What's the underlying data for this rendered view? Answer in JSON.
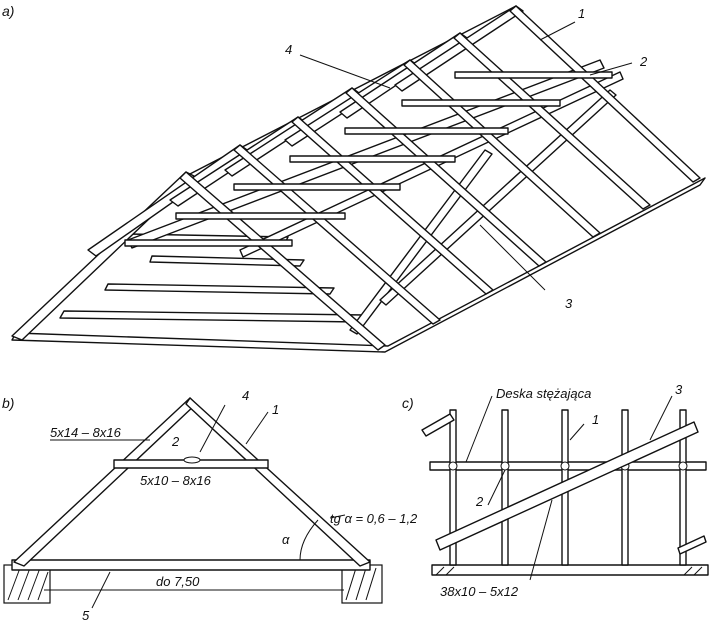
{
  "diagram_a": {
    "panel_label": "a)",
    "callouts": [
      "1",
      "2",
      "3",
      "4"
    ]
  },
  "diagram_b": {
    "panel_label": "b)",
    "dim_rafter": "5x14 – 8x16",
    "dim_collar": "5x10 – 8x16",
    "dim_span": "do 7,50",
    "slope": "tg α = 0,6 – 1,2",
    "angle_symbol": "α",
    "callouts": [
      "1",
      "2",
      "4",
      "5"
    ]
  },
  "diagram_c": {
    "panel_label": "c)",
    "brace_board_label": "Deska stężająca",
    "dim_brace": "38x10 – 5x12",
    "callouts": [
      "1",
      "2",
      "3"
    ]
  }
}
